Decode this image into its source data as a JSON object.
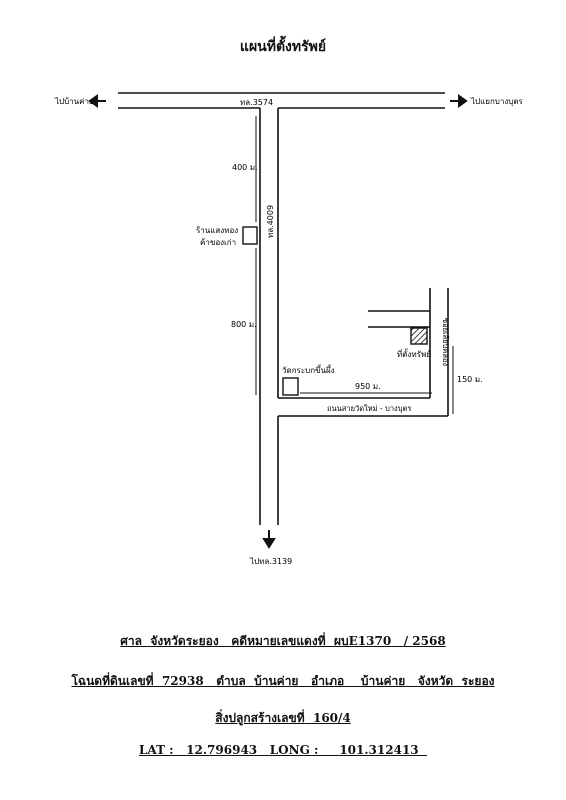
{
  "title": "แผนที่ตั้งทรัพย์",
  "map": {
    "road_top": "ทล.3574",
    "left_dest": "ไปบ้านค่าย",
    "right_dest": "ไปแยกบางบุตร",
    "road_vertical": "ทล.4009",
    "dist_400": "400 ม.",
    "dist_800": "800 ม.",
    "shop_line1": "ร้านแสงทอง",
    "shop_line2": "ค้าของเก่า",
    "temple": "วัดกระบกขึ้นผึ้ง",
    "dist_950": "950 ม.",
    "road_bottom": "ถนนสายวัดใหม่ - บางบุตร",
    "soi": "ซอยเลียบคลอง",
    "property": "ที่ตั้งทรัพย์",
    "dist_150": "150 ม.",
    "bottom_dest": "ไปทล.3139"
  },
  "info": {
    "court_label": "ศาล",
    "court": "จังหวัดระยอง",
    "case_label": "คดีหมายเลขแดงที่",
    "case_no": "ผบE1370",
    "case_year": "/ 2568",
    "deed_label": "โฉนดที่ดินเลขที่",
    "deed_no": "72938",
    "subdistrict_label": "ตำบล",
    "subdistrict": "บ้านค่าย",
    "district_label": "อำเภอ",
    "district": "บ้านค่าย",
    "province_label": "จังหวัด",
    "province": "ระยอง",
    "building_label": "สิ่งปลูกสร้างเลขที่",
    "building_no": "160/4",
    "lat_label": "LAT :",
    "lat": "12.796943",
    "long_label": "LONG :",
    "long": "101.312413"
  }
}
